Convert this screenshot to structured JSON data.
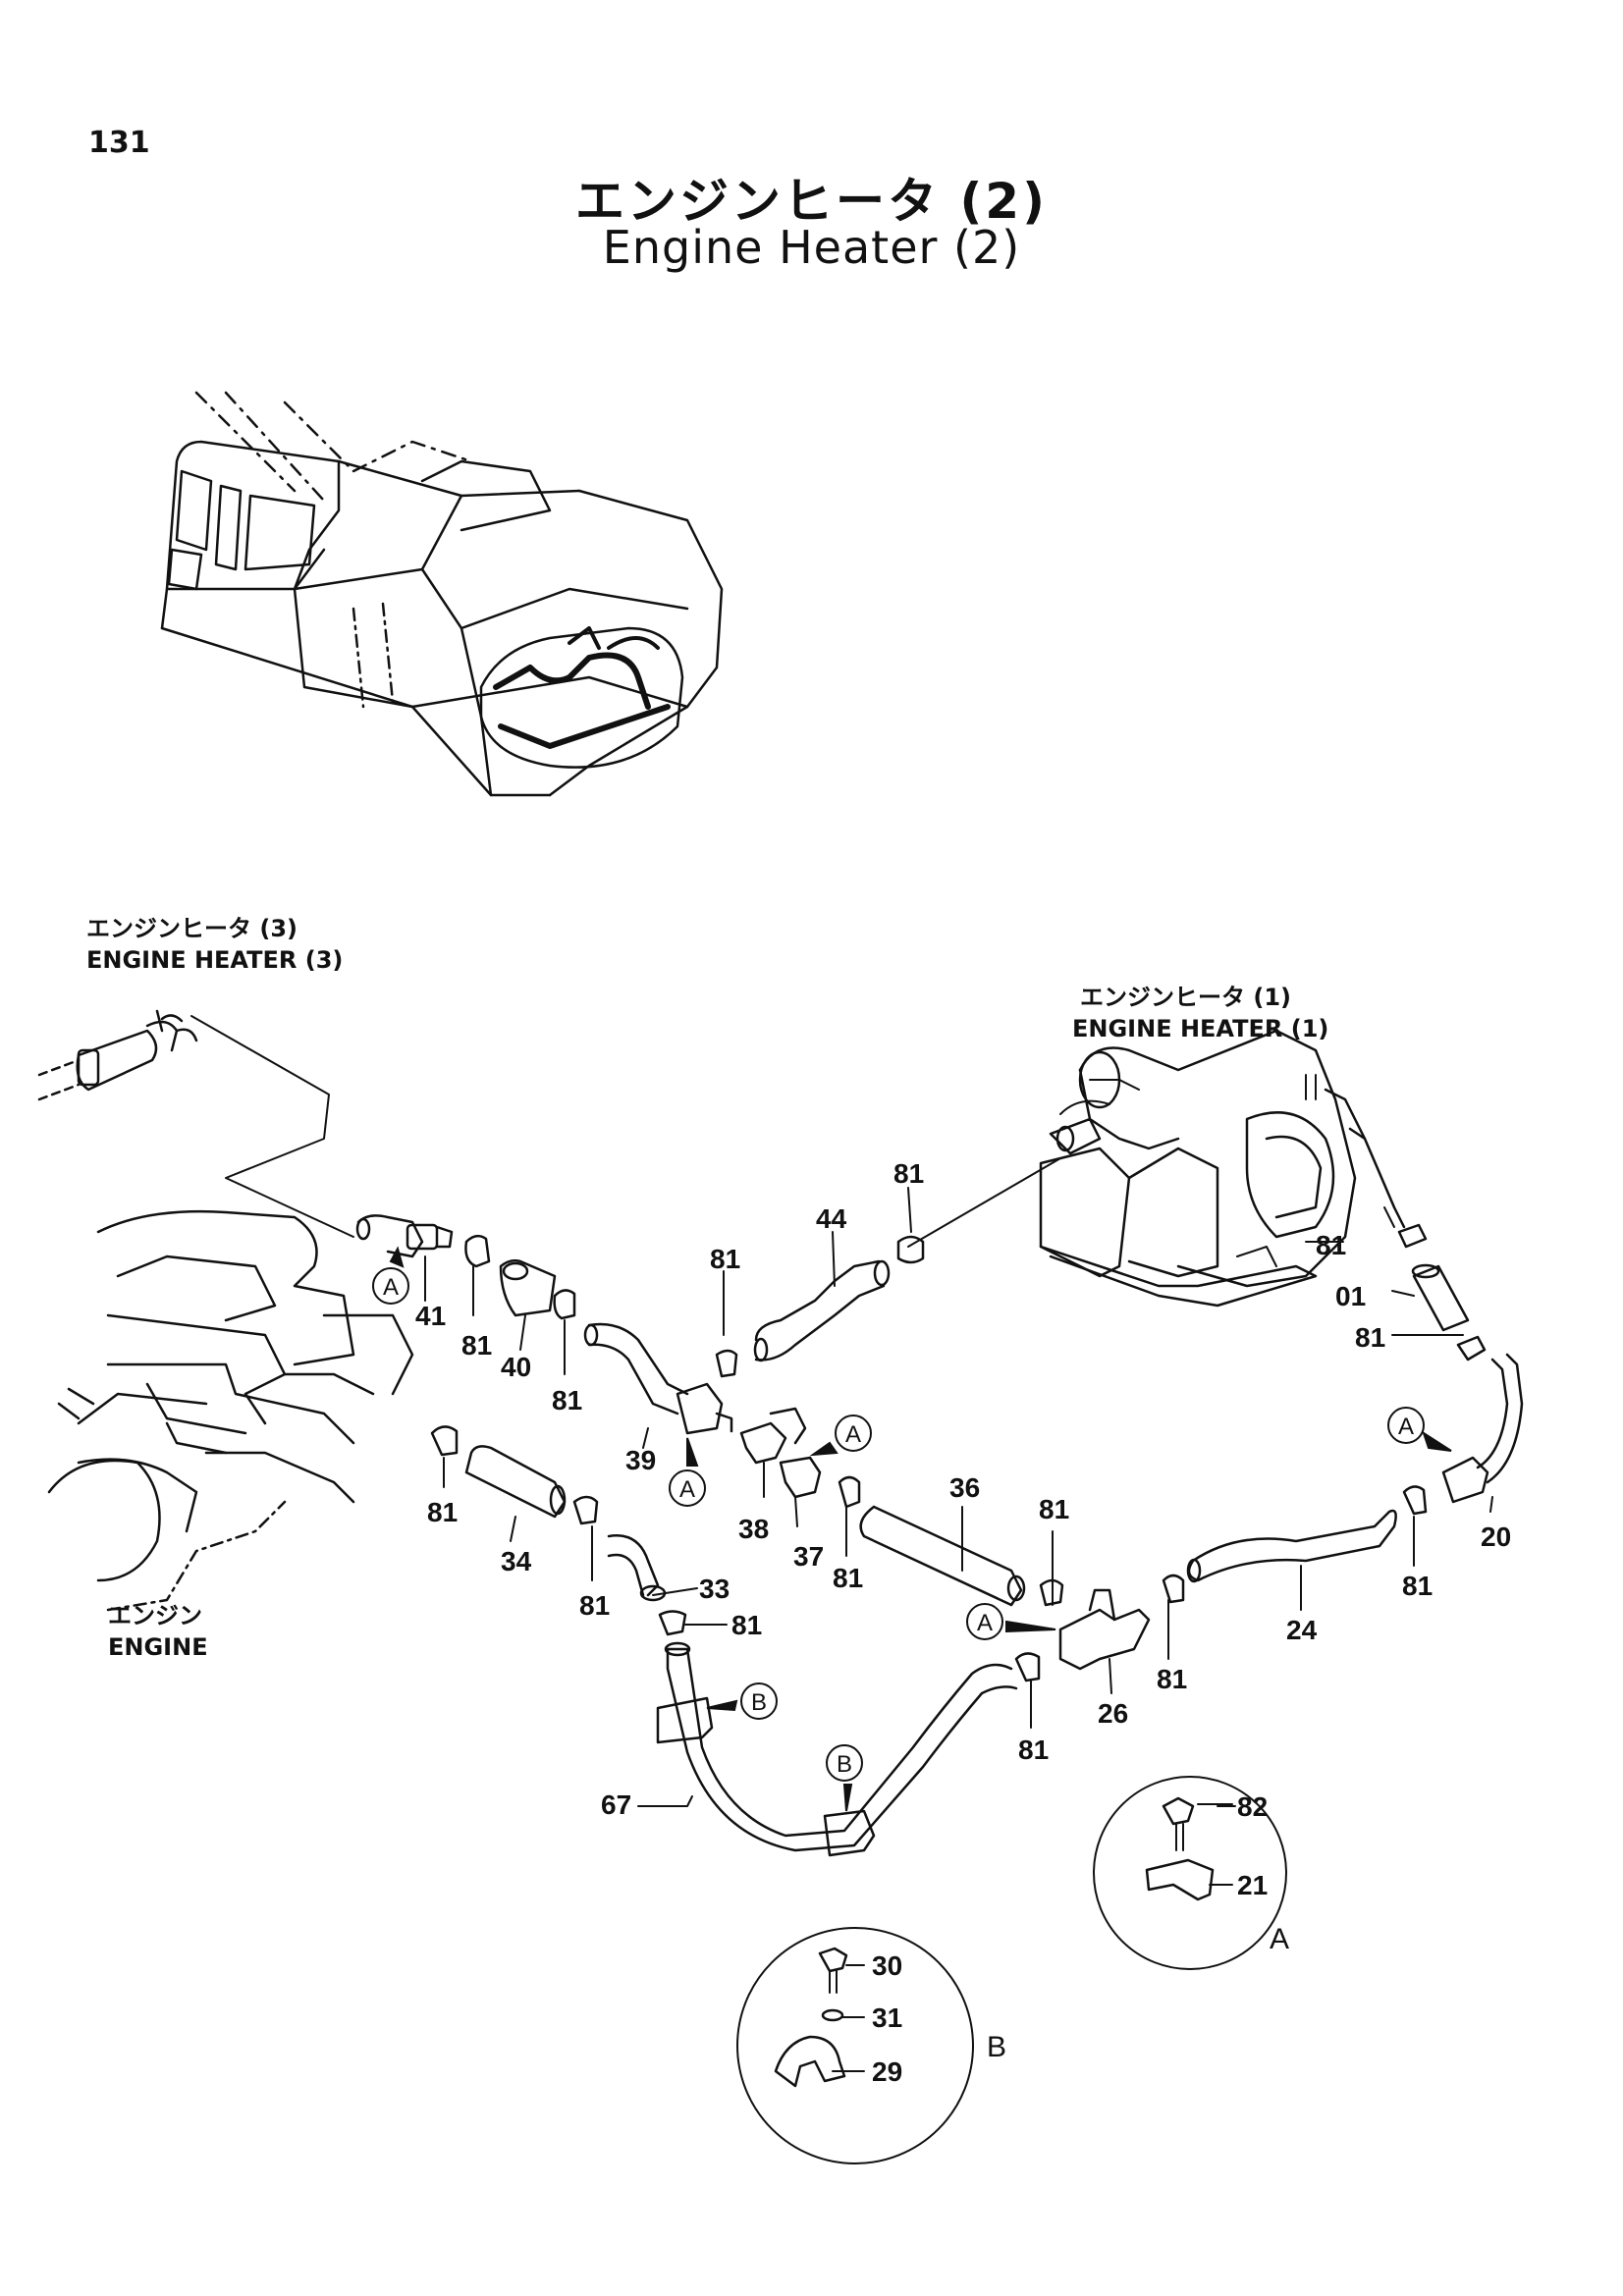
{
  "page_number": "131",
  "title_jp": "エンジンヒータ (2)",
  "title_en": "Engine Heater (2)",
  "refs": {
    "heater3_jp": "エンジンヒータ (3)",
    "heater3_en": "ENGINE HEATER (3)",
    "heater1_jp": "エンジンヒータ (1)",
    "heater1_en": "ENGINE HEATER (1)",
    "engine_jp": "エンジン",
    "engine_en": "ENGINE"
  },
  "parts": {
    "p01": "01",
    "p20": "20",
    "p21": "21",
    "p24": "24",
    "p26": "26",
    "p29": "29",
    "p30": "30",
    "p31": "31",
    "p33": "33",
    "p34": "34",
    "p36": "36",
    "p37": "37",
    "p38": "38",
    "p39": "39",
    "p40": "40",
    "p41": "41",
    "p44": "44",
    "p67": "67",
    "p81": "81",
    "p82": "82"
  },
  "callouts": {
    "a": "A",
    "b": "B"
  },
  "details": {
    "a": "A",
    "b": "B"
  }
}
